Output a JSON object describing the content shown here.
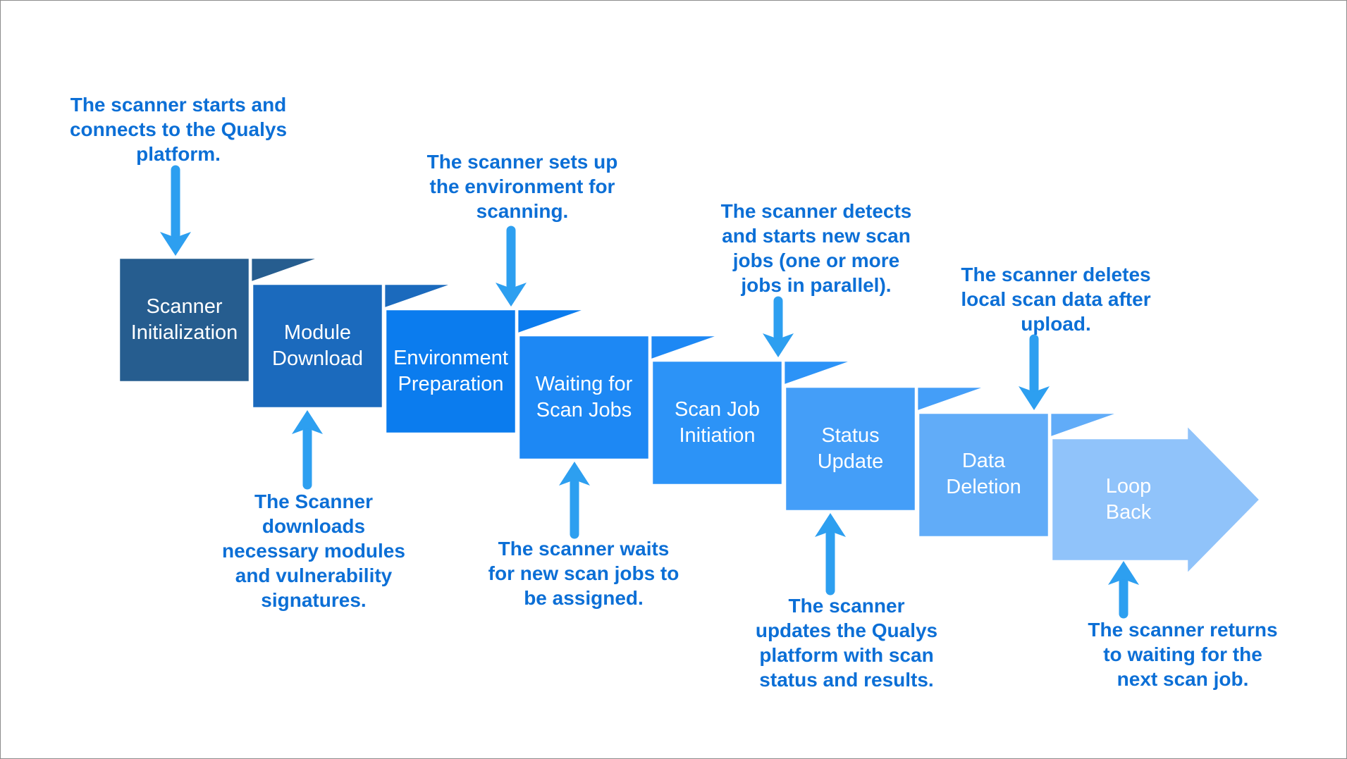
{
  "colors": {
    "background": "#ffffff",
    "frame_border": "#8c8c8c",
    "step_label_text": "#ffffff",
    "annotation_text": "#0c6fd6",
    "connector_arrow": "#2d9ff0",
    "steps": [
      "#265d8f",
      "#1b6abd",
      "#0b7cee",
      "#1d88f4",
      "#2c93f7",
      "#449ef8",
      "#61acf8",
      "#90c3fa"
    ]
  },
  "steps": [
    {
      "label": "Scanner\nInitialization"
    },
    {
      "label": "Module\nDownload"
    },
    {
      "label": "Environment\nPreparation"
    },
    {
      "label": "Waiting for\nScan Jobs"
    },
    {
      "label": "Scan Job\nInitiation"
    },
    {
      "label": "Status\nUpdate"
    },
    {
      "label": "Data\nDeletion"
    },
    {
      "label": "Loop\nBack"
    }
  ],
  "annotations": [
    {
      "text": "The scanner starts and\nconnects to the Qualys\nplatform."
    },
    {
      "text": "The scanner sets up\nthe environment for\nscanning."
    },
    {
      "text": "The scanner detects\nand starts new scan\njobs (one or more\njobs in parallel)."
    },
    {
      "text": "The scanner deletes\nlocal scan data after\nupload."
    },
    {
      "text": "The Scanner\ndownloads\nnecessary modules\nand vulnerability\nsignatures."
    },
    {
      "text": "The scanner waits\nfor new scan jobs to\nbe assigned."
    },
    {
      "text": "The scanner\nupdates the Qualys\nplatform with scan\nstatus and results."
    },
    {
      "text": "The scanner returns\nto waiting for the\nnext scan job."
    }
  ]
}
